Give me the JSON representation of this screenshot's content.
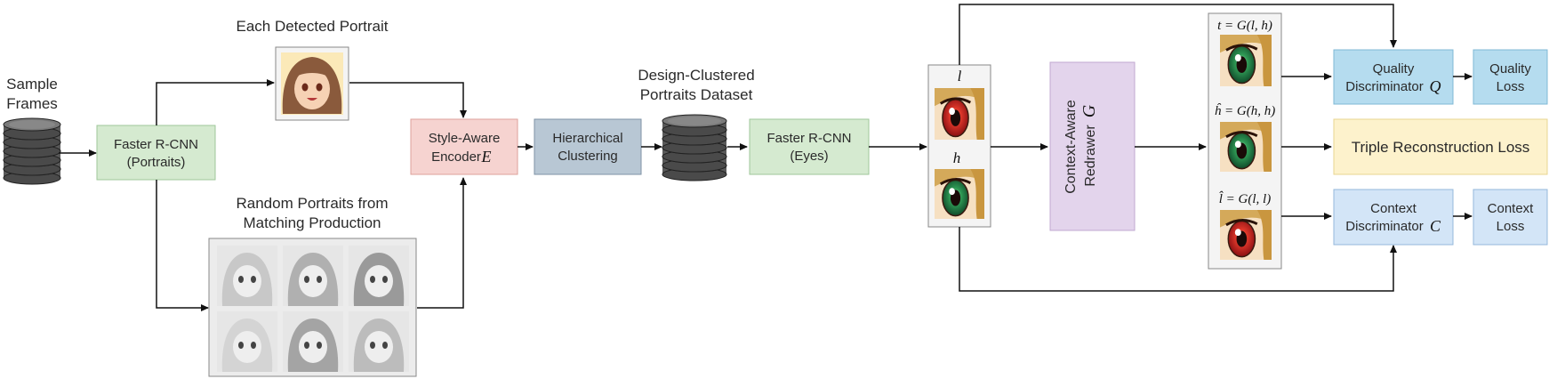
{
  "labels": {
    "sample_frames_1": "Sample",
    "sample_frames_2": "Frames",
    "each_detected_portrait": "Each Detected Portrait",
    "random_portraits_1": "Random Portraits from",
    "random_portraits_2": "Matching Production",
    "design_clustered_1": "Design-Clustered",
    "design_clustered_2": "Portraits Dataset"
  },
  "boxes": {
    "faster_rcnn_portraits": {
      "line1": "Faster R-CNN",
      "line2": "(Portraits)",
      "color": "#d5ead0"
    },
    "style_encoder": {
      "line1": "Style-Aware",
      "line2": "Encoder",
      "math": "E",
      "color": "#f6d3d0"
    },
    "hierarchical": {
      "line1": "Hierarchical",
      "line2": "Clustering",
      "color": "#b8c7d4"
    },
    "faster_rcnn_eyes": {
      "line1": "Faster R-CNN",
      "line2": "(Eyes)",
      "color": "#d5ead0"
    },
    "redrawer": {
      "line1": "Context-Aware",
      "line2": "Redrawer",
      "math": "G",
      "color": "#e3d4ec"
    },
    "quality_disc": {
      "line1": "Quality",
      "line2": "Discriminator",
      "math": "Q",
      "color": "#b5dcef"
    },
    "quality_loss": {
      "line1": "Quality",
      "line2": "Loss",
      "color": "#b5dcef"
    },
    "triple_loss": {
      "line1": "Triple Reconstruction Loss",
      "color": "#fdf2cc"
    },
    "context_disc": {
      "line1": "Context",
      "line2": "Discriminator",
      "math": "C",
      "color": "#d3e5f7"
    },
    "context_loss": {
      "line1": "Context",
      "line2": "Loss",
      "color": "#d3e5f7"
    }
  },
  "eye_inputs": {
    "l": "l",
    "h": "h"
  },
  "eye_outputs": {
    "t": "t = G(l, h)",
    "h_hat": "ĥ = G(h, h)",
    "l_hat": "l̂ = G(l, l)"
  },
  "icons": [
    "frames-stack-icon",
    "dataset-stack-icon",
    "portrait-thumbnail",
    "portrait-grid",
    "eye-crop"
  ],
  "colors": {
    "eye_red": "#d9252a",
    "eye_green": "#2f8f4e",
    "hair": "#c9a24a",
    "line": "#111111"
  }
}
